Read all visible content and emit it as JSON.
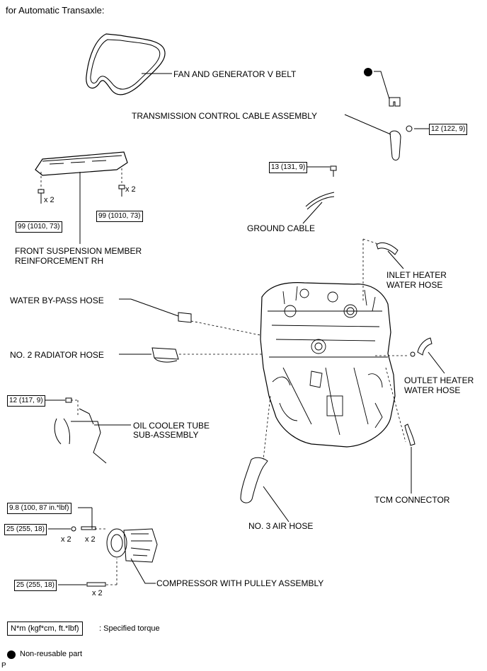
{
  "header": "for Automatic Transaxle:",
  "labels": {
    "fan_belt": "FAN AND GENERATOR V BELT",
    "tcca": "TRANSMISSION CONTROL CABLE ASSEMBLY",
    "ground": "GROUND CABLE",
    "fsm_line1": "FRONT SUSPENSION MEMBER",
    "fsm_line2": "REINFORCEMENT RH",
    "inlet_line1": "INLET HEATER",
    "inlet_line2": "WATER HOSE",
    "bypass": "WATER BY-PASS HOSE",
    "radiator": "NO. 2 RADIATOR HOSE",
    "outlet_line1": "OUTLET HEATER",
    "outlet_line2": "WATER HOSE",
    "oil_line1": "OIL COOLER TUBE",
    "oil_line2": "SUB-ASSEMBLY",
    "tcm": "TCM CONNECTOR",
    "air": "NO. 3 AIR HOSE",
    "compressor": "COMPRESSOR WITH PULLEY ASSEMBLY"
  },
  "torques": {
    "tcca_nut": "12 (122, 9)",
    "ground_bolt": "13 (131, 9)",
    "fsm_left": "99 (1010, 73)",
    "fsm_right": "99 (1010, 73)",
    "oil_cooler": "12 (117, 9)",
    "comp_top": "9.8 (100, 87 in.*lbf)",
    "comp_mid": "25 (255, 18)",
    "comp_bottom": "25 (255, 18)"
  },
  "counts": {
    "fsm_left": "x 2",
    "fsm_right": "x 2",
    "comp_nut": "x 2",
    "comp_stud": "x 2",
    "comp_bolt": "x 2"
  },
  "legend": {
    "torque_unit": "N*m (kgf*cm, ft.*lbf)",
    "torque_text": ": Specified torque",
    "nonreusable": "Non-reusable part"
  },
  "footer_code": "P"
}
